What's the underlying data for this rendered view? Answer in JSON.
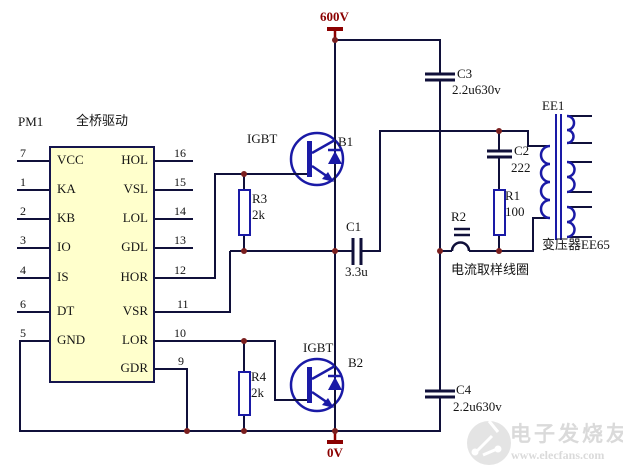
{
  "schematic": {
    "power_top": "600V",
    "power_bottom": "0V",
    "ic": {
      "ref": "PM1",
      "title": "全桥驱动",
      "left_pins": [
        {
          "num": "7",
          "label": "VCC"
        },
        {
          "num": "1",
          "label": "KA"
        },
        {
          "num": "2",
          "label": "KB"
        },
        {
          "num": "3",
          "label": "IO"
        },
        {
          "num": "4",
          "label": "IS"
        },
        {
          "num": "6",
          "label": "DT"
        },
        {
          "num": "5",
          "label": "GND"
        }
      ],
      "right_pins": [
        {
          "num": "16",
          "label": "HOL"
        },
        {
          "num": "15",
          "label": "VSL"
        },
        {
          "num": "14",
          "label": "LOL"
        },
        {
          "num": "13",
          "label": "GDL"
        },
        {
          "num": "12",
          "label": "HOR"
        },
        {
          "num": "11",
          "label": "VSR"
        },
        {
          "num": "10",
          "label": "LOR"
        },
        {
          "num": "9",
          "label": "GDR"
        }
      ]
    },
    "igbts": [
      {
        "type_label": "IGBT",
        "ref": "B1"
      },
      {
        "type_label": "IGBT",
        "ref": "B2"
      }
    ],
    "resistors": [
      {
        "ref": "R1",
        "value": "100"
      },
      {
        "ref": "R2",
        "value": ""
      },
      {
        "ref": "R3",
        "value": "2k"
      },
      {
        "ref": "R4",
        "value": "2k"
      }
    ],
    "capacitors": [
      {
        "ref": "C1",
        "value": "3.3u"
      },
      {
        "ref": "C2",
        "value": "222"
      },
      {
        "ref": "C3",
        "value": "2.2u630v"
      },
      {
        "ref": "C4",
        "value": "2.2u630v"
      }
    ],
    "transformer": {
      "ref": "EE1",
      "label": "变压器EE65"
    },
    "annotation_current_coil": "电流取样线圈"
  },
  "watermark": {
    "name": "电子发烧友",
    "url": "www.elecfans.com"
  },
  "colors": {
    "wire": "#10103a",
    "symbol": "#1a1aa6",
    "junction": "#7a1f1f",
    "power": "#8b0000",
    "ic_fill": "#ffffcc",
    "watermark": "#dadada"
  }
}
